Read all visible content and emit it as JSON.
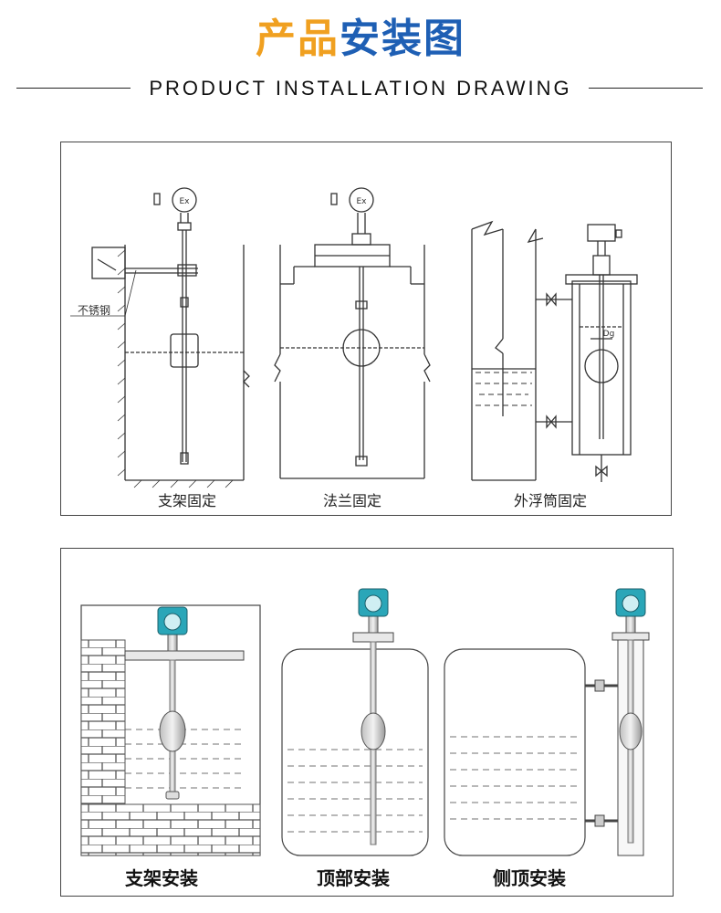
{
  "header": {
    "title_part1": "产品",
    "title_part2": "安装图",
    "subtitle": "PRODUCT INSTALLATION DRAWING"
  },
  "top_panel": {
    "labels": [
      "支架固定",
      "法兰固定",
      "外浮筒固定"
    ],
    "side_note": "不锈钢",
    "ex_mark": "Ex",
    "dg_mark": "Dg"
  },
  "bottom_panel": {
    "labels": [
      "支架安装",
      "顶部安装",
      "侧顶安装"
    ]
  },
  "colors": {
    "title_orange": "#f0a020",
    "title_blue": "#1e5fb4",
    "transmitter_head": "#2aa6b8"
  }
}
